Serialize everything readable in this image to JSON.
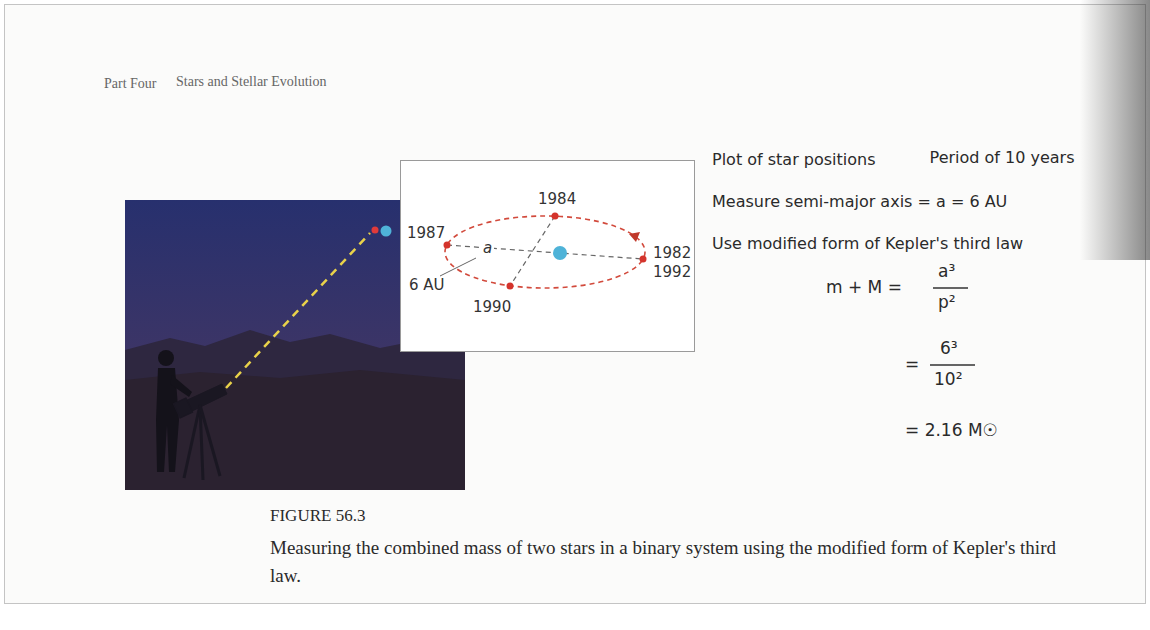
{
  "diagram": {
    "caption": "Measuring the combined mass of two stars in a binary system using the modified form of Kepler's third law.",
    "nodes": [
      {
        "text": [
          "1984",
          "1987",
          "a",
          "1982",
          "1992",
          "6 AU",
          "1990"
        ]
      }
    ],
    "labels": [
      "Part Four",
      "Stars and Stellar Evolution",
      "Plot of star positions",
      "Period of 10 years",
      "Measure semi-major axis = a = 6 AU",
      "Use modified form of Kepler's third law",
      "m + M =",
      "a³",
      "p²",
      "=",
      "6³",
      "10²",
      "= 2.16 M☉",
      "FIGURE 56.3"
    ]
  }
}
